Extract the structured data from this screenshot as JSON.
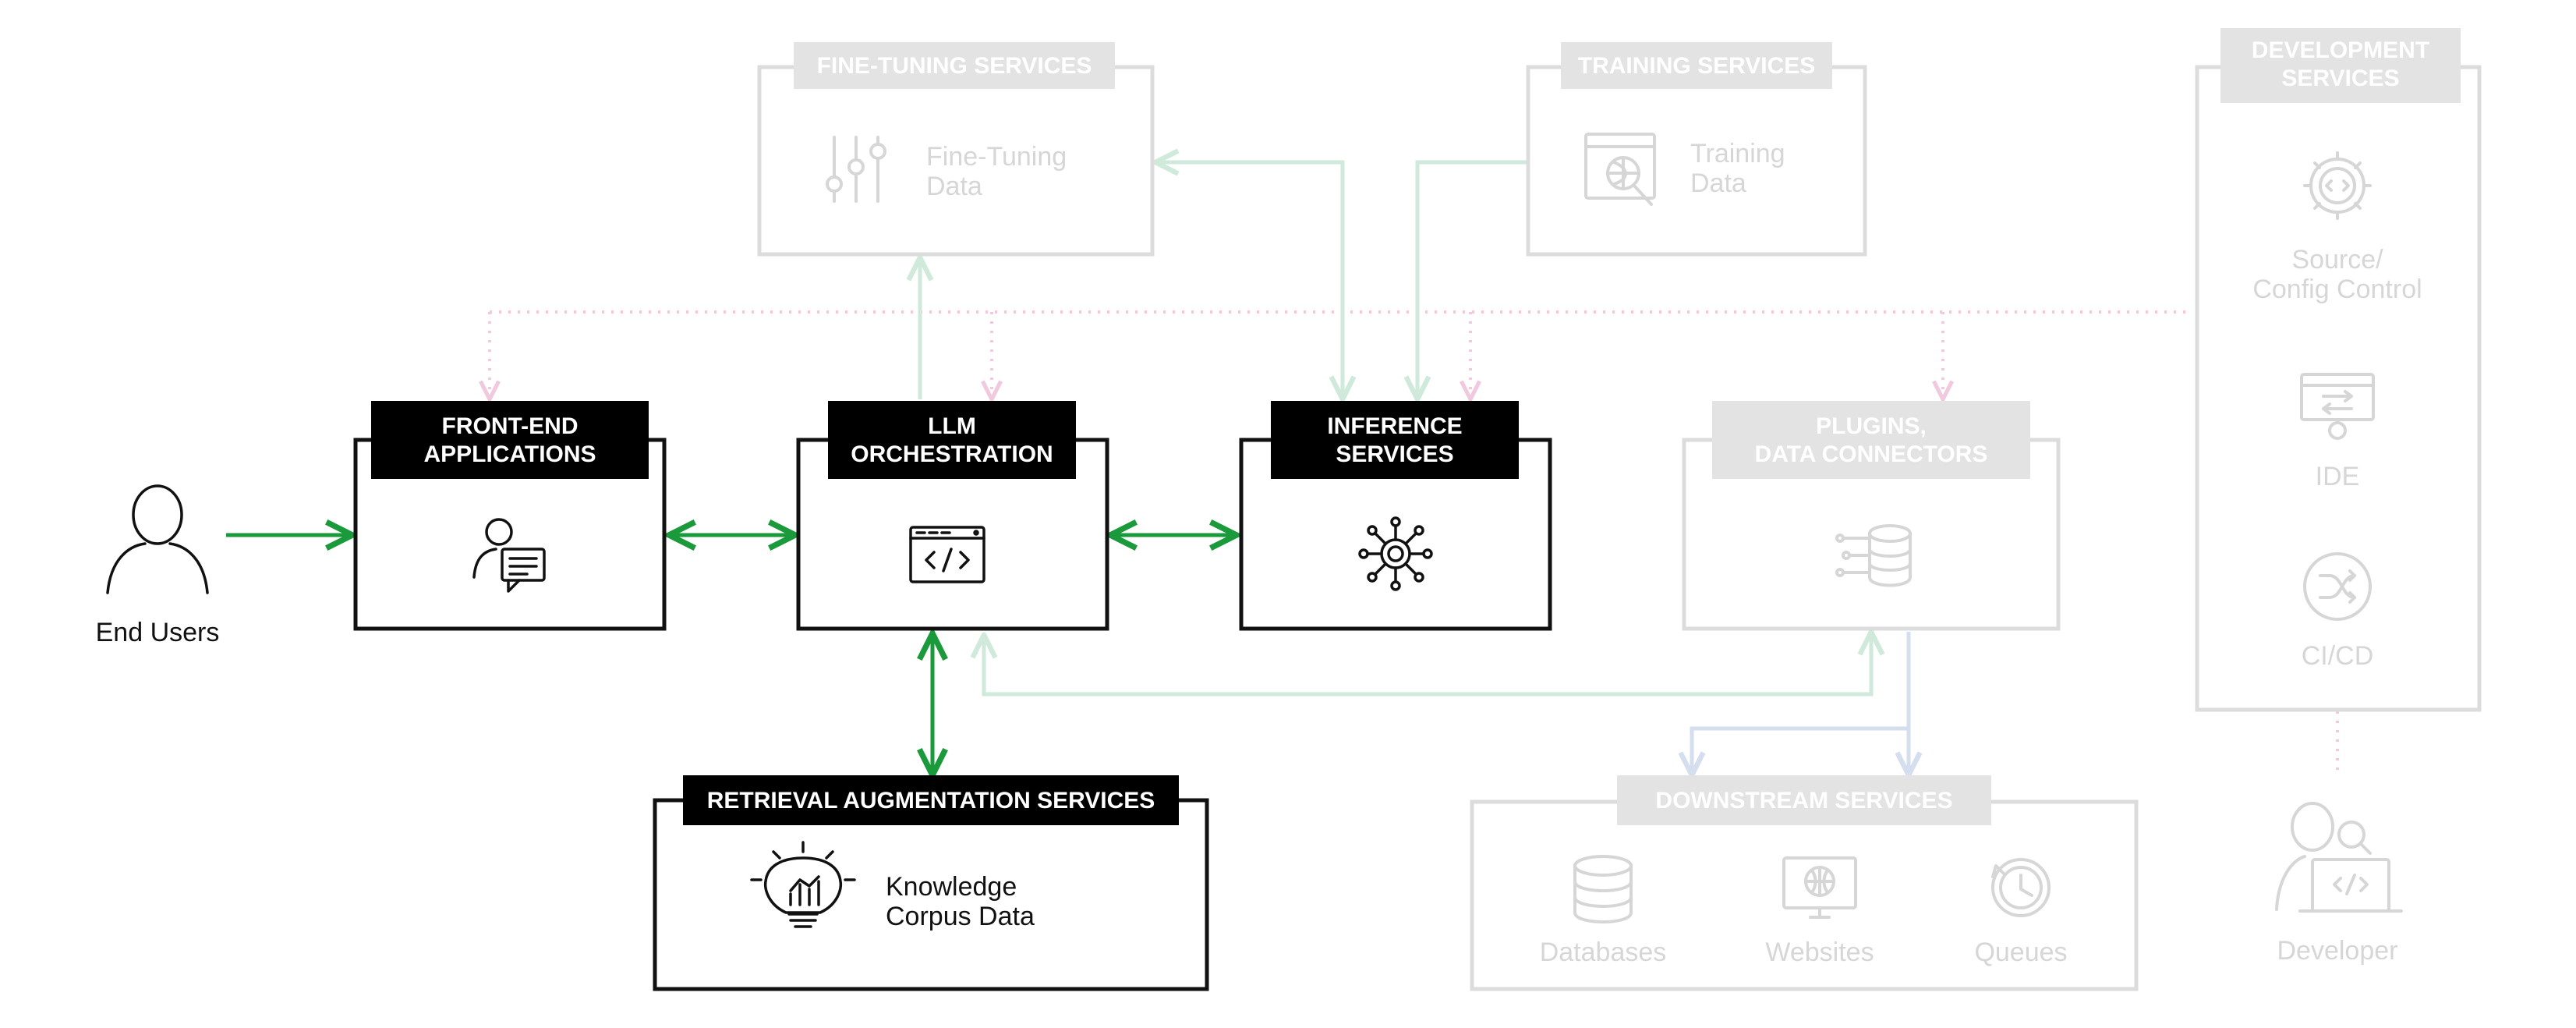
{
  "colors": {
    "active_arrow": "#1a9a3a",
    "faded_green_arrow": "#cfeadb",
    "faded_blue_arrow": "#d5deef",
    "faded_pink_dotted": "#f0c9de",
    "faded_box": "#dcdcdc",
    "active_box": "#111111"
  },
  "end_users": {
    "label": "End Users",
    "icon": "user-icon"
  },
  "front_end": {
    "header_line1": "FRONT-END",
    "header_line2": "APPLICATIONS",
    "icon": "user-chat-icon"
  },
  "llm_orchestration": {
    "header_line1": "LLM",
    "header_line2": "ORCHESTRATION",
    "icon": "code-window-icon"
  },
  "inference": {
    "header_line1": "INFERENCE",
    "header_line2": "SERVICES",
    "icon": "ai-network-icon"
  },
  "plugins": {
    "header_line1": "PLUGINS,",
    "header_line2": "DATA CONNECTORS",
    "icon": "database-connector-icon"
  },
  "retrieval": {
    "header": "RETRIEVAL AUGMENTATION SERVICES",
    "label_line1": "Knowledge",
    "label_line2": "Corpus Data",
    "icon": "lightbulb-chart-icon"
  },
  "fine_tuning": {
    "header": "FINE-TUNING SERVICES",
    "label_line1": "Fine-Tuning",
    "label_line2": "Data",
    "icon": "sliders-icon"
  },
  "training": {
    "header": "TRAINING SERVICES",
    "label_line1": "Training",
    "label_line2": "Data",
    "icon": "web-search-icon"
  },
  "development": {
    "header_line1": "DEVELOPMENT",
    "header_line2": "SERVICES",
    "items": [
      {
        "label_line1": "Source/",
        "label_line2": "Config Control",
        "icon": "code-gear-icon"
      },
      {
        "label_line1": "IDE",
        "label_line2": "",
        "icon": "ide-icon"
      },
      {
        "label_line1": "CI/CD",
        "label_line2": "",
        "icon": "shuffle-icon"
      }
    ]
  },
  "downstream": {
    "header": "DOWNSTREAM SERVICES",
    "items": [
      {
        "label": "Databases",
        "icon": "database-icon"
      },
      {
        "label": "Websites",
        "icon": "globe-monitor-icon"
      },
      {
        "label": "Queues",
        "icon": "clock-cycle-icon"
      }
    ]
  },
  "developer": {
    "label": "Developer",
    "icon": "developer-icon"
  }
}
